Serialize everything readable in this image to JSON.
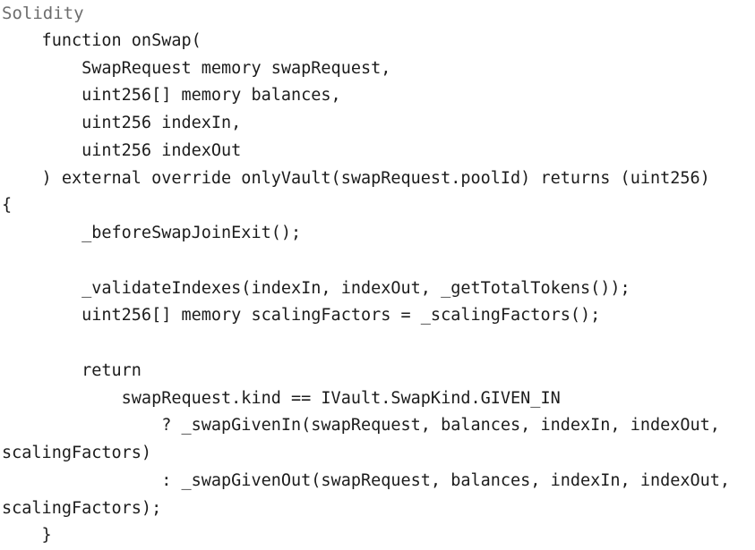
{
  "code_block": {
    "language_label": "Solidity",
    "colors": {
      "background": "#ffffff",
      "label_text": "#6d6d6d",
      "code_text": "#1c1c1c"
    },
    "lines": [
      "    function onSwap(",
      "        SwapRequest memory swapRequest,",
      "        uint256[] memory balances,",
      "        uint256 indexIn,",
      "        uint256 indexOut",
      "    ) external override onlyVault(swapRequest.poolId) returns (uint256)",
      "{",
      "        _beforeSwapJoinExit();",
      "",
      "        _validateIndexes(indexIn, indexOut, _getTotalTokens());",
      "        uint256[] memory scalingFactors = _scalingFactors();",
      "",
      "        return",
      "            swapRequest.kind == IVault.SwapKind.GIVEN_IN",
      "                ? _swapGivenIn(swapRequest, balances, indexIn, indexOut,",
      "scalingFactors)",
      "                : _swapGivenOut(swapRequest, balances, indexIn, indexOut,",
      "scalingFactors);",
      "    }"
    ]
  }
}
